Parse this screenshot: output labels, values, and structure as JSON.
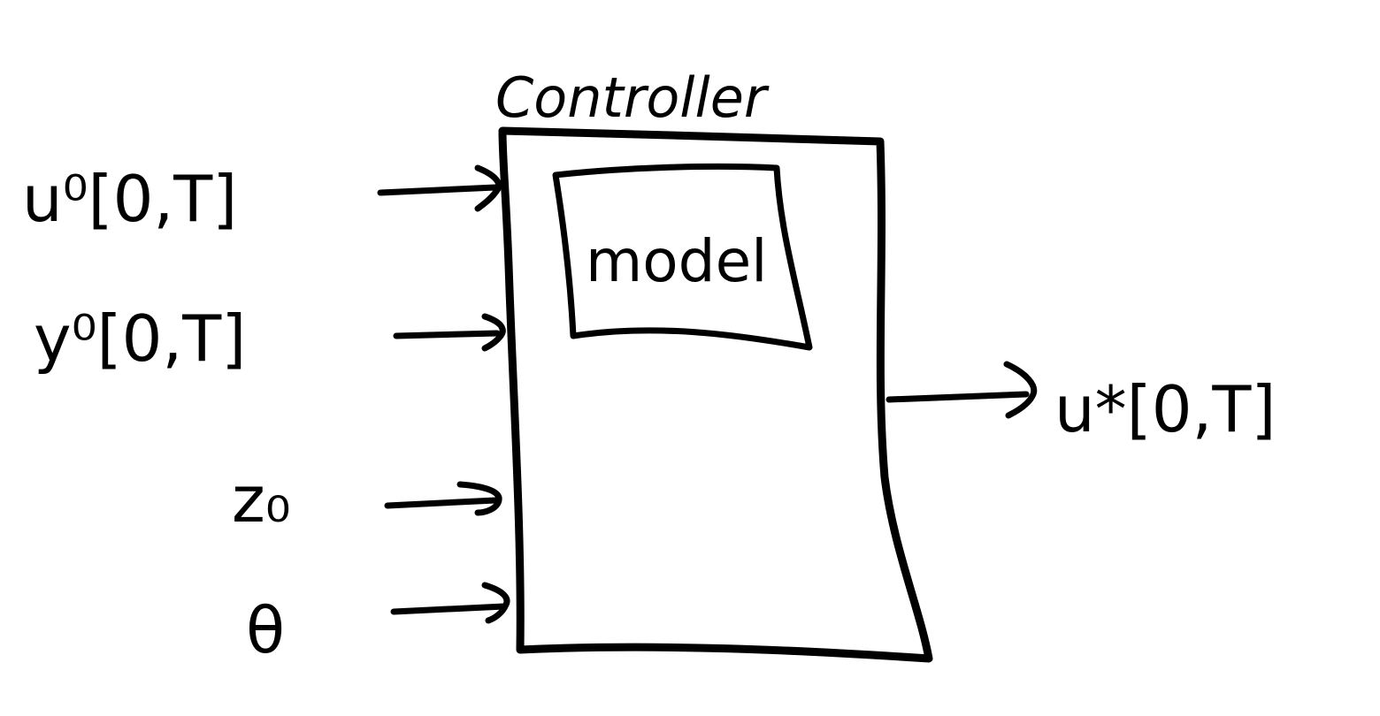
{
  "diagram": {
    "controller_label": "Controller",
    "model_label": "model",
    "inputs": [
      {
        "label": "u⁰[0,T]"
      },
      {
        "label": "y⁰[0,T]"
      },
      {
        "label": "z₀"
      },
      {
        "label": "θ"
      }
    ],
    "output": {
      "label": "u*[0,T]"
    }
  }
}
